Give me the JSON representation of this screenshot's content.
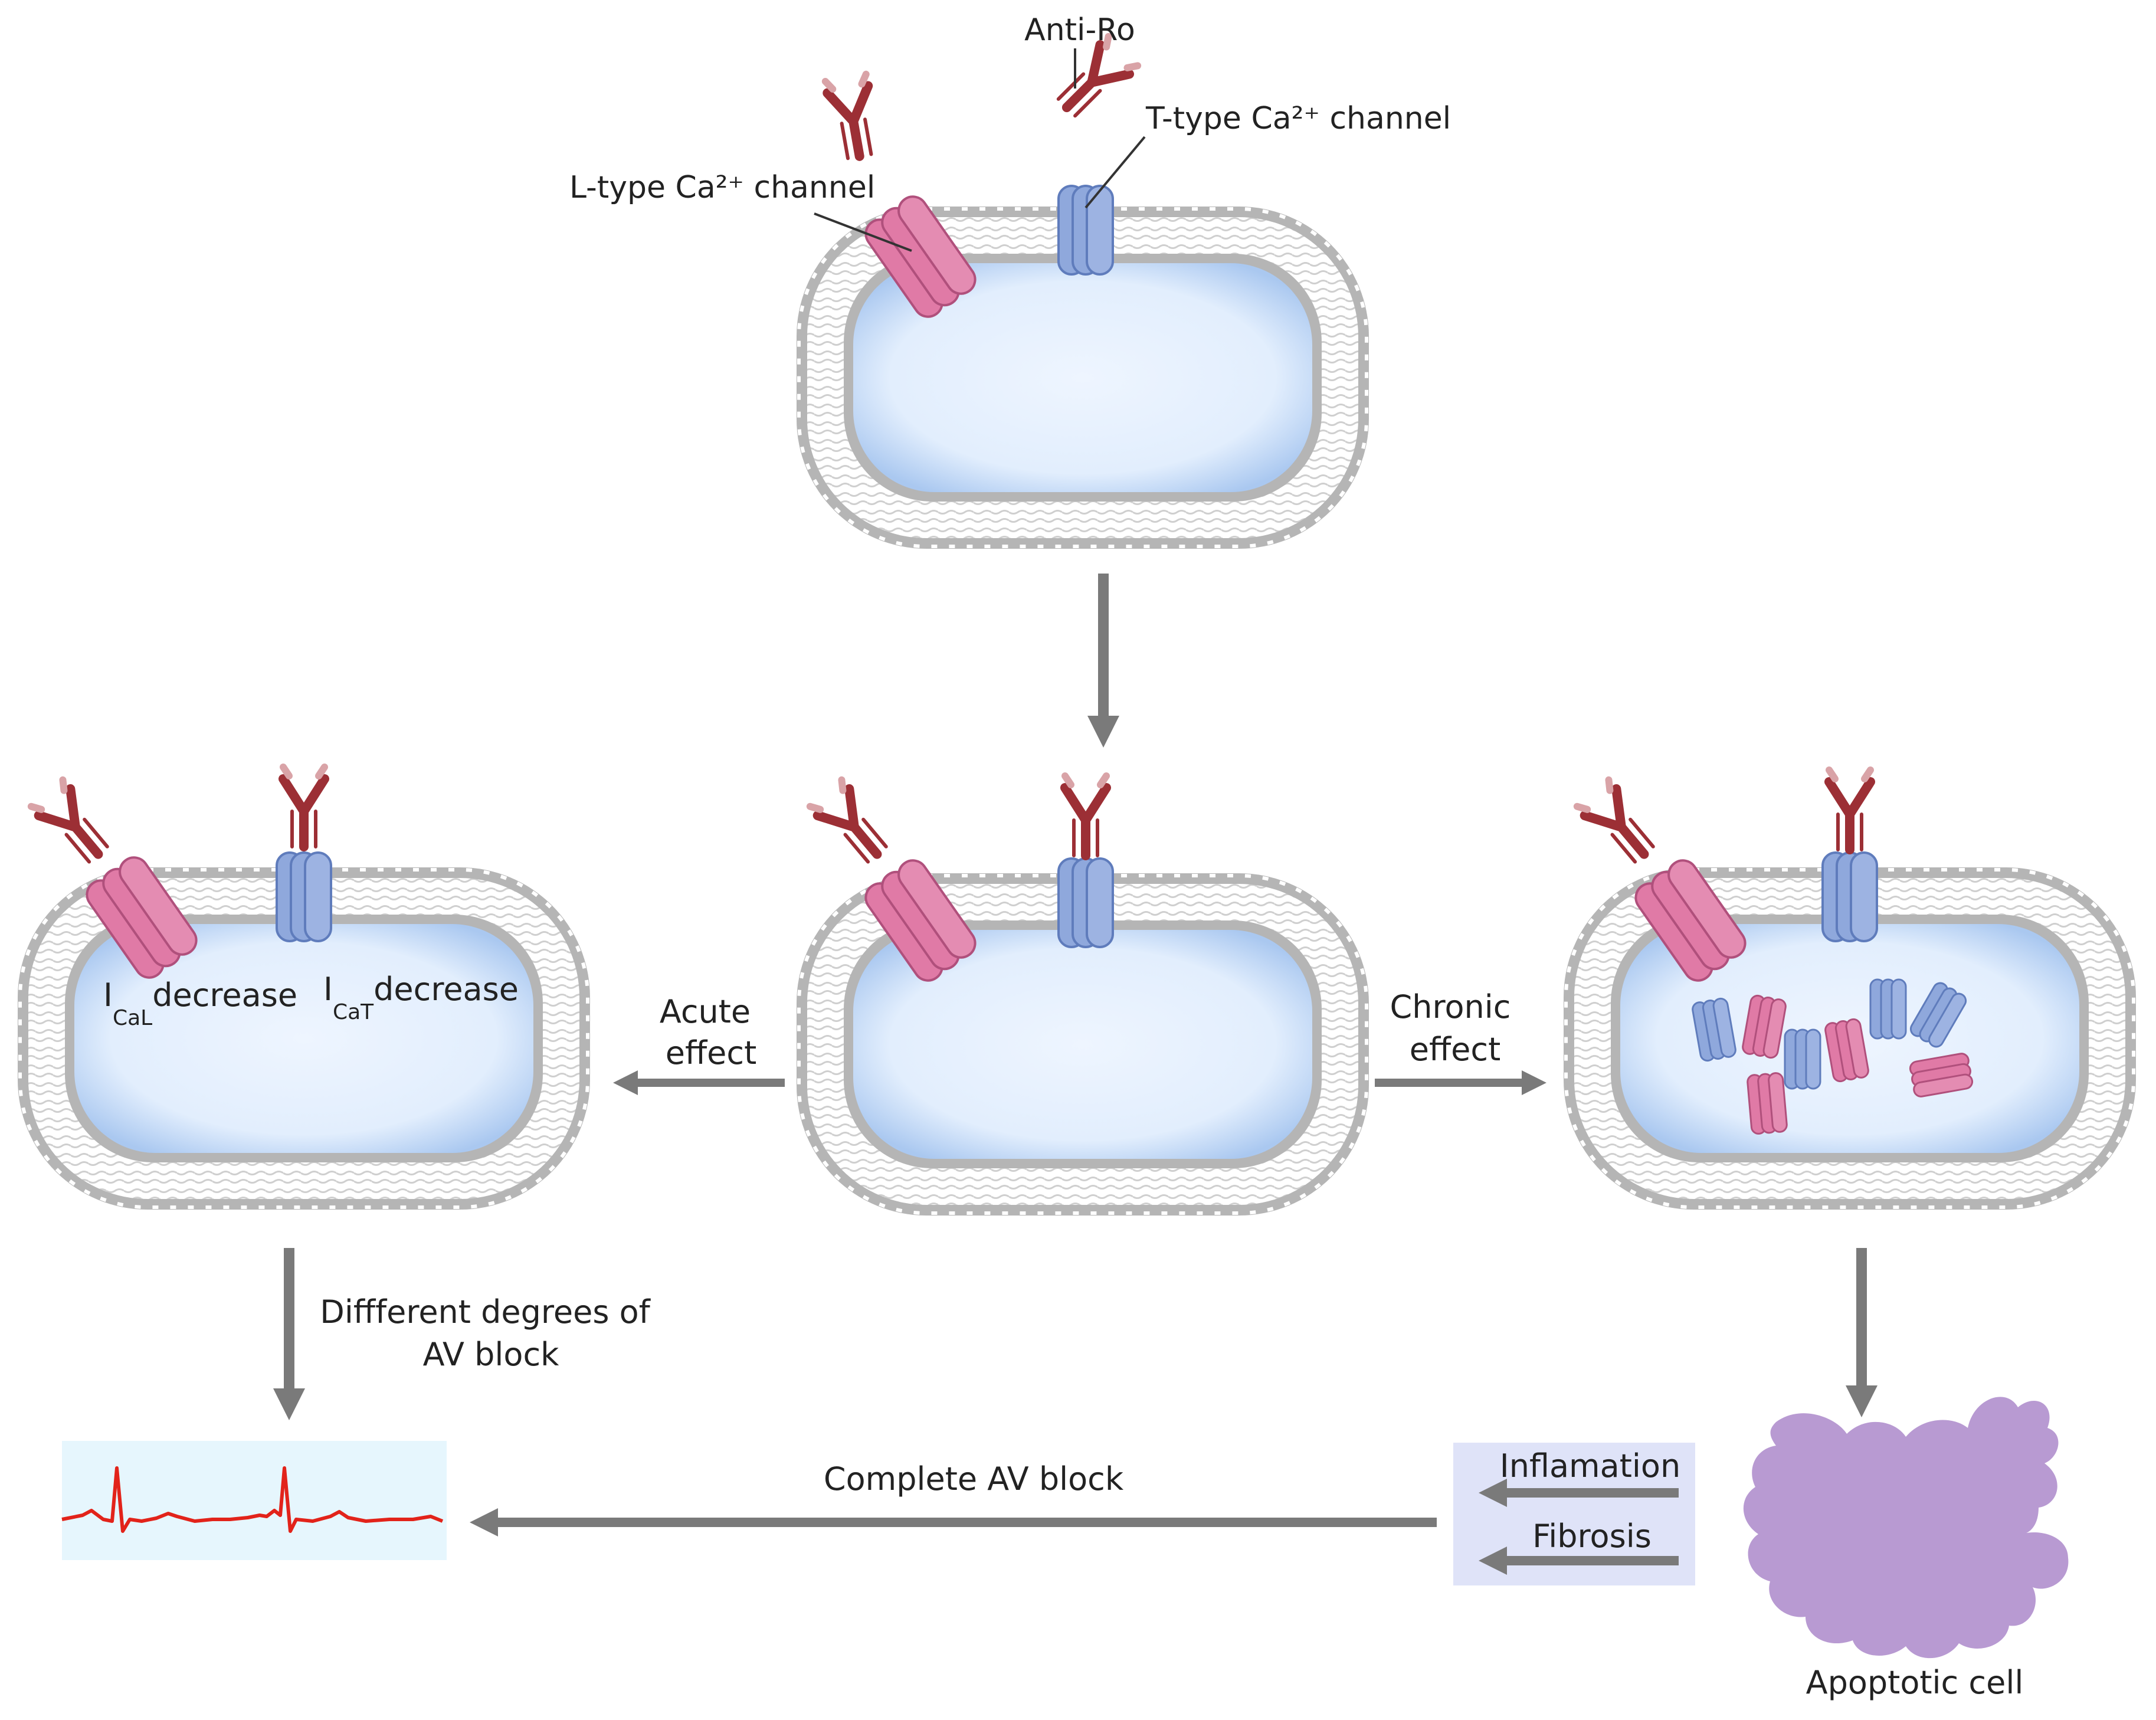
{
  "colors": {
    "background": "#ffffff",
    "membrane_bead": "#b5b5b5",
    "membrane_bead_edge": "#9a9a9a",
    "membrane_tail": "#cfcfcf",
    "cytoplasm_edge": "#aac8f0",
    "cytoplasm_center": "#eef5ff",
    "l_channel": "#e07aa6",
    "l_channel_edge": "#b0507c",
    "t_channel": "#8fa8dc",
    "t_channel_edge": "#5f7cbc",
    "antibody": "#9c2f35",
    "antibody_tip": "#d9a3a7",
    "arrow": "#7a7a7a",
    "ecg_box": "#e6f6fd",
    "ecg_line": "#e2231a",
    "process_box": "#dfe3f8",
    "apoptotic": "#b89ad2"
  },
  "icons": {
    "antibody": "y-shaped-antibody-icon",
    "l_channel": "l-type-channel-icon",
    "t_channel": "t-type-channel-icon",
    "apoptotic": "apoptotic-cell-icon",
    "ecg": "ecg-trace-icon"
  },
  "labels": {
    "anti_ro": "Anti-Ro",
    "t_type": "T-type Ca²⁺ channel",
    "l_type": "L-type Ca²⁺ channel",
    "acute_line1": "Acute",
    "acute_line2": "effect",
    "chronic_line1": "Chronic",
    "chronic_line2": "effect",
    "ical_main": "I",
    "ical_sub": "CaL",
    "ical_text": "decrease",
    "icat_main": "I",
    "icat_sub": "CaT",
    "icat_text": "decrease",
    "different_line1": "Diffferent degrees of",
    "different_line2": "AV block",
    "complete": "Complete AV block",
    "inflammation": "Inflamation",
    "fibrosis": "Fibrosis",
    "apoptotic": "Apoptotic cell"
  }
}
